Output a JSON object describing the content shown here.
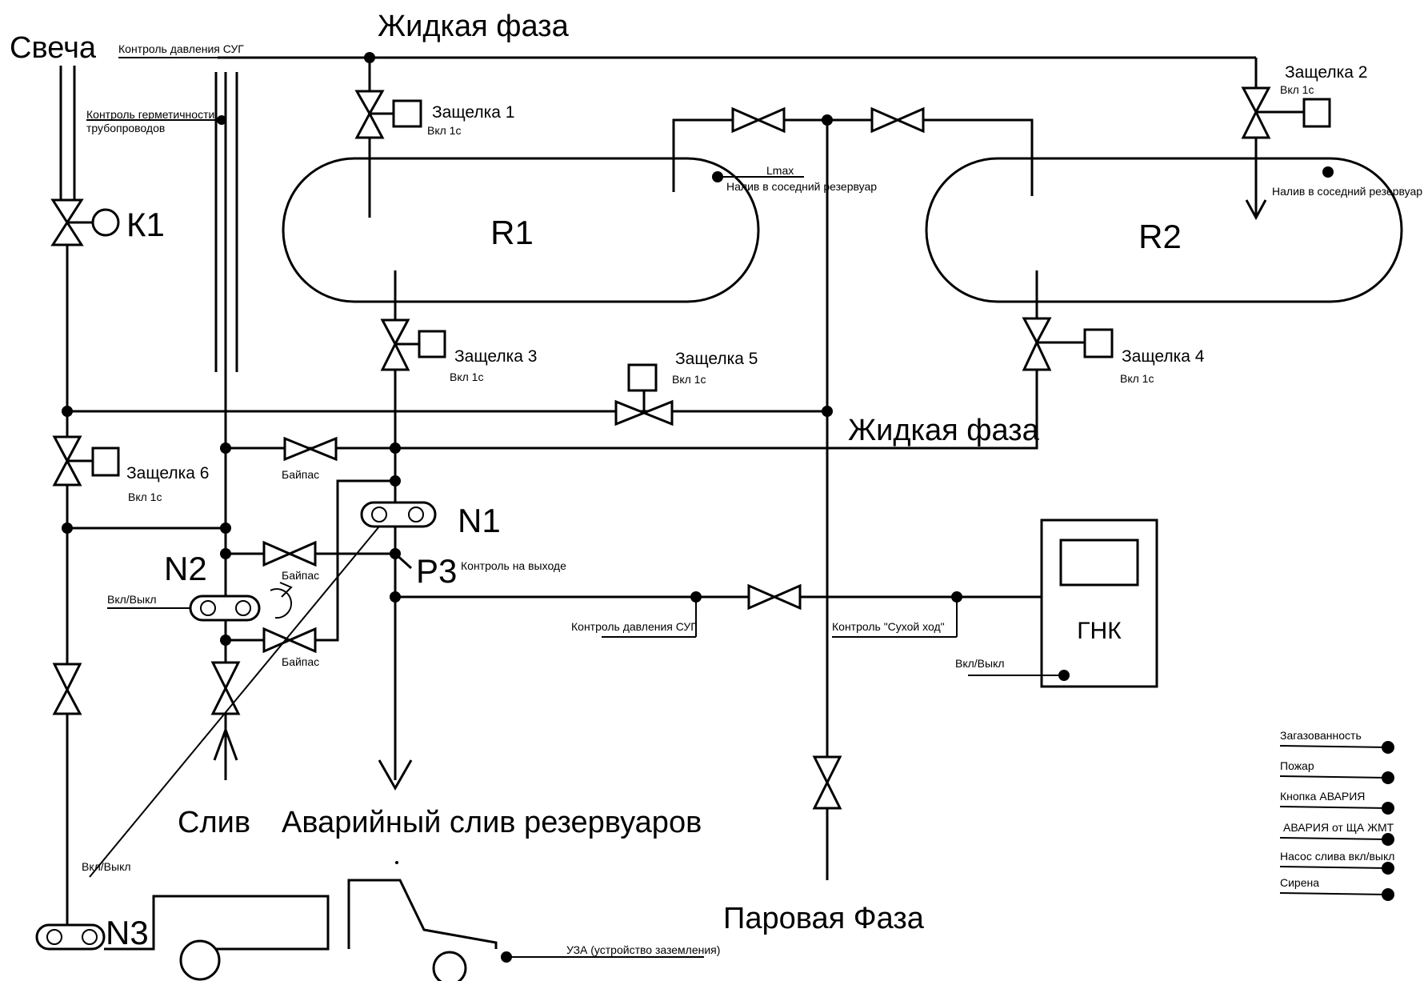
{
  "labels": {
    "svecha": "Свеча",
    "liquid_top": "Жидкая фаза",
    "liquid_mid": "Жидкая фаза",
    "vapor": "Паровая Фаза",
    "drain": "Слив",
    "emergency_drain": "Аварийный слив резервуаров",
    "pressure_top": "Контроль давления СУГ",
    "tightness_line1": "Контроль герметичности",
    "tightness_line2": "трубопроводов",
    "latch1": "Защелка 1",
    "latch2": "Защелка 2",
    "latch3": "Защелка 3",
    "latch4": "Защелка 4",
    "latch5": "Защелка 5",
    "latch6": "Защелка 6",
    "on1s_1": "Вкл 1с",
    "on1s_2": "Вкл 1с",
    "on1s_3": "Вкл 1с",
    "on1s_4": "Вкл 1с",
    "on1s_5": "Вкл 1с",
    "on1s_6": "Вкл 1с",
    "k1": "К1",
    "r1": "R1",
    "r2": "R2",
    "lmax": "Lmax",
    "fill_adjacent_1": "Налив в соседний резервуар",
    "fill_adjacent_2": "Налив в соседний резервуар",
    "bypass1": "Байпас",
    "bypass2": "Байпас",
    "bypass3": "Байпас",
    "n1": "N1",
    "n2": "N2",
    "n3": "N3",
    "p3": "Р3",
    "outlet_control": "Контроль на выходе",
    "pressure_mid": "Контроль давления СУГ",
    "dry_run": "Контроль \"Сухой ход\"",
    "gnk": "ГНК",
    "onoff_n2": "Вкл/Выкл",
    "onoff_gnk": "Вкл/Выкл",
    "onoff_n3": "Вкл/Выкл",
    "grounding": "УЗА (устройство заземления)"
  },
  "signals": [
    "Загазованность",
    "Пожар",
    "Кнопка АВАРИЯ",
    "АВАРИЯ от  ЩА ЖМТ",
    "Насос слива вкл/выкл",
    "Сирена"
  ]
}
